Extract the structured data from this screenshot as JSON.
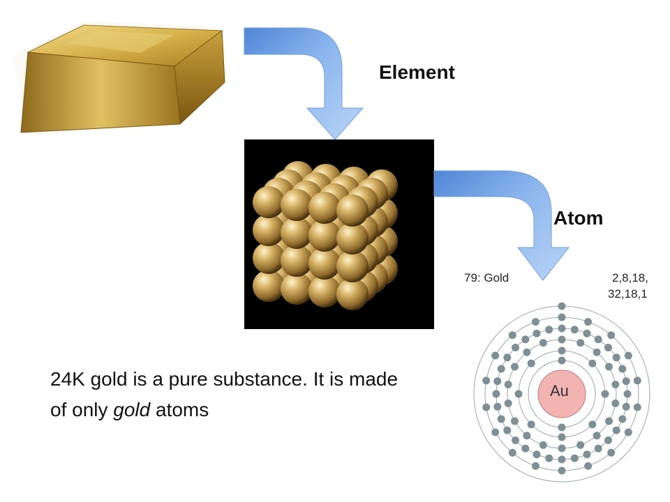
{
  "labels": {
    "element": "Element",
    "atom": "Atom"
  },
  "atom_info": {
    "name": "79: Gold",
    "config_line1": "2,8,18,",
    "config_line2": "32,18,1",
    "symbol": "Au",
    "shells": [
      2,
      8,
      18,
      32,
      18,
      1
    ]
  },
  "caption": {
    "part1": "24K gold is a pure substance. It is made of only ",
    "emph": "gold",
    "part2": " atoms"
  },
  "colors": {
    "arrow_light": "#a9c8f5",
    "arrow_dark": "#4f86d6",
    "gold": "#c9a24a",
    "electron": "#7f8f96",
    "nucleus_fill": "#f2b3b3"
  },
  "icons": {
    "gold_bar": "gold-bar-image",
    "lattice": "gold-lattice-image",
    "bohr": "bohr-model-diagram"
  }
}
